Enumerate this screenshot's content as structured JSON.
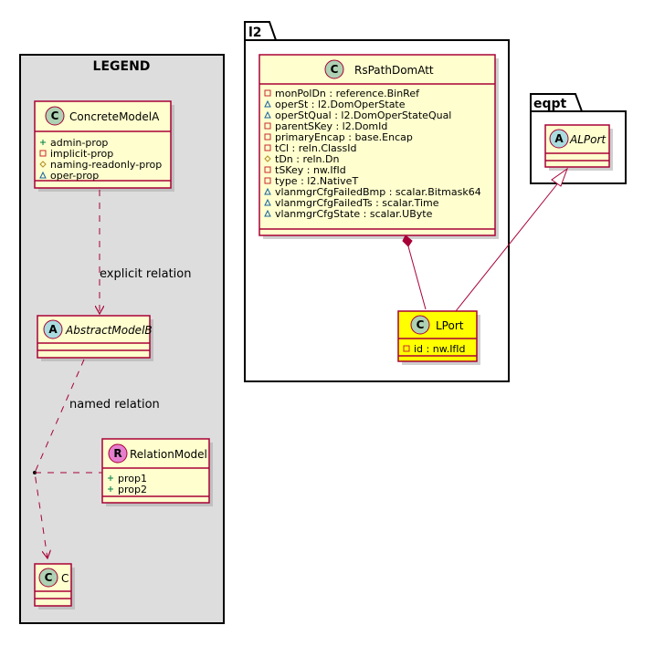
{
  "legend": {
    "title": "LEGEND",
    "concrete_model": {
      "stereotype": "C",
      "name": "ConcreteModelA",
      "attrs": [
        {
          "vis": "+",
          "text": "admin-prop"
        },
        {
          "vis": "-",
          "text": "implicit-prop"
        },
        {
          "vis": "#",
          "text": "naming-readonly-prop"
        },
        {
          "vis": "~",
          "text": "oper-prop"
        }
      ]
    },
    "abstract_model": {
      "stereotype": "A",
      "name": "AbstractModelB"
    },
    "relation_model": {
      "stereotype": "R",
      "name": "RelationModel",
      "attrs": [
        {
          "vis": "+",
          "text": "prop1"
        },
        {
          "vis": "+",
          "text": "prop2"
        }
      ]
    },
    "c_model": {
      "stereotype": "C",
      "name": "C"
    },
    "explicit_relation_label": "explicit relation",
    "named_relation_label": "named relation"
  },
  "packages": {
    "l2": {
      "name": "l2"
    },
    "eqpt": {
      "name": "eqpt"
    }
  },
  "classes": {
    "rs_path": {
      "stereotype": "C",
      "name": "RsPathDomAtt",
      "attrs": [
        {
          "vis": "-",
          "text": "monPolDn : reference.BinRef"
        },
        {
          "vis": "~",
          "text": "operSt : l2.DomOperState"
        },
        {
          "vis": "~",
          "text": "operStQual : l2.DomOperStateQual"
        },
        {
          "vis": "-",
          "text": "parentSKey : l2.DomId"
        },
        {
          "vis": "-",
          "text": "primaryEncap : base.Encap"
        },
        {
          "vis": "-",
          "text": "tCl : reln.ClassId"
        },
        {
          "vis": "#",
          "text": "tDn : reln.Dn"
        },
        {
          "vis": "-",
          "text": "tSKey : nw.IfId"
        },
        {
          "vis": "-",
          "text": "type : l2.NativeT"
        },
        {
          "vis": "~",
          "text": "vlanmgrCfgFailedBmp : scalar.Bitmask64"
        },
        {
          "vis": "~",
          "text": "vlanmgrCfgFailedTs : scalar.Time"
        },
        {
          "vis": "~",
          "text": "vlanmgrCfgState : scalar.UByte"
        }
      ]
    },
    "lport": {
      "stereotype": "C",
      "name": "LPort",
      "attrs": [
        {
          "vis": "-",
          "text": "id : nw.IfId"
        }
      ]
    },
    "alport": {
      "stereotype": "A",
      "name": "ALPort"
    }
  },
  "colors": {
    "class_fill": "#fefece",
    "class_border": "#a80036",
    "highlight_fill": "#ffff00",
    "legend_fill": "#dddddd",
    "stereo_c": "#add1b2",
    "stereo_a": "#a9dcdf",
    "stereo_r": "#e67ecf"
  }
}
